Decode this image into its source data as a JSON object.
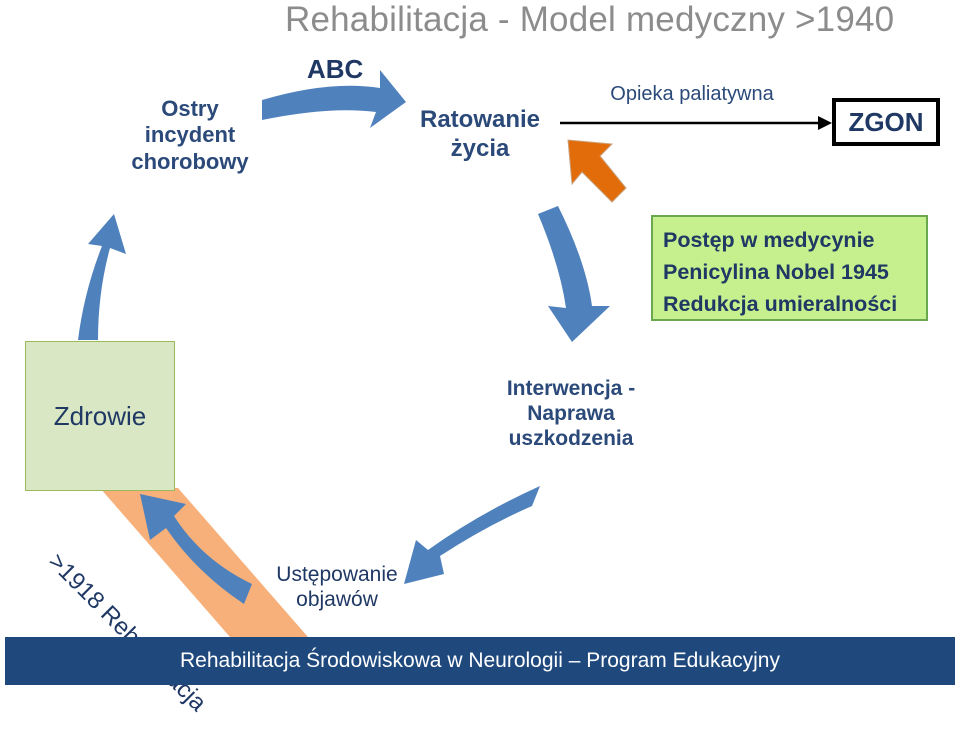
{
  "title": "Rehabilitacja - Model medyczny >1940",
  "nodes": {
    "ostry": [
      "Ostry",
      "incydent",
      "chorobowy"
    ],
    "abc": "ABC",
    "ratowanie": [
      "Ratowanie",
      "życia"
    ],
    "opieka": "Opieka paliatywna",
    "zgon": "ZGON",
    "postep": [
      "Postęp w medycynie",
      "Penicylina Nobel 1945",
      "Redukcja umieralności"
    ],
    "zdrowie": "Zdrowie",
    "interwencja": [
      "Interwencja -",
      "Naprawa",
      "uszkodzenia"
    ],
    "ustepowanie": [
      "Ustępowanie",
      "objawów"
    ],
    "ribbon": ">1918 Rehabilitacja"
  },
  "footer": "Rehabilitacja Środowiskowa w Neurologii – Program Edukacyjny",
  "colors": {
    "cycle_arrow": "#4f81bd",
    "orange_arrow": "#e36c0a",
    "postep_fill": "#c6ef8d",
    "zdrowie_fill": "#d9e7c4",
    "ribbon_fill": "#f8b07a",
    "footer_bg": "#1f497d"
  }
}
